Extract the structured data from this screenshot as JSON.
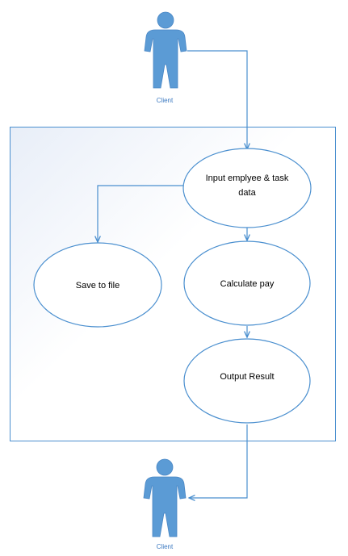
{
  "colors": {
    "line": "#4a8fcf",
    "actor_fill": "#5b9bd5",
    "boundary_stroke": "#4a8fcf",
    "ellipse_stroke": "#4a8fcf",
    "actor_label": "#3a78c0"
  },
  "actors": {
    "top": {
      "label": "Client",
      "icon": "person-icon"
    },
    "bottom": {
      "label": "Client",
      "icon": "person-icon"
    }
  },
  "use_cases": {
    "input": {
      "line1": "Input emplyee & task",
      "line2": "data"
    },
    "save": {
      "label": "Save to file"
    },
    "calculate": {
      "label": "Calculate pay"
    },
    "output": {
      "label": "Output Result"
    }
  }
}
